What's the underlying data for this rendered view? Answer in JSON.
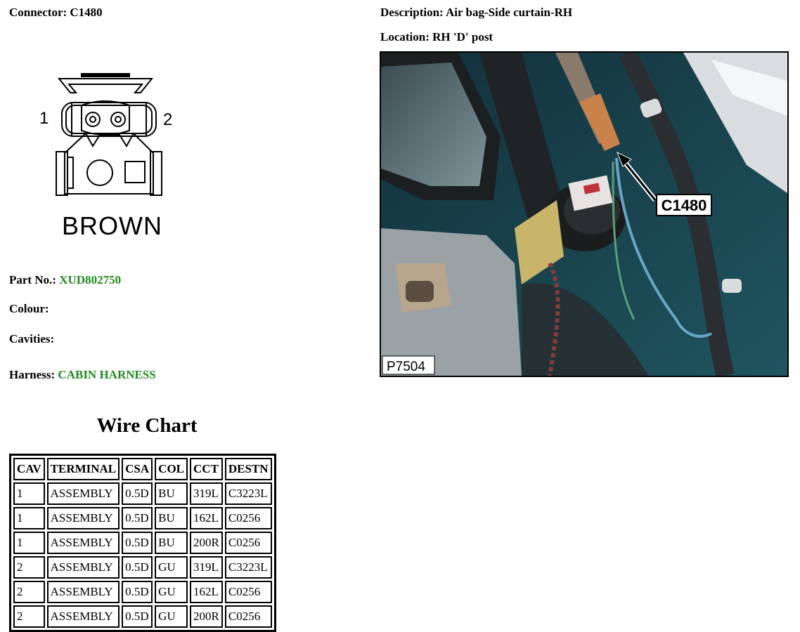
{
  "connector": {
    "label": "Connector:",
    "value": "C1480"
  },
  "description": {
    "label": "Description:",
    "value": "Air bag-Side curtain-RH"
  },
  "location": {
    "label": "Location:",
    "value": "RH 'D' post"
  },
  "diagram": {
    "pin_left": "1",
    "pin_right": "2",
    "colour_text": "BROWN"
  },
  "part_no": {
    "label": "Part No.:",
    "value": "XUD802750"
  },
  "colour": {
    "label": "Colour:",
    "value": ""
  },
  "cavities": {
    "label": "Cavities:",
    "value": ""
  },
  "harness": {
    "label": "Harness:",
    "value": "CABIN HARNESS"
  },
  "photo": {
    "callout": "C1480",
    "ref": "P7504"
  },
  "wire_chart": {
    "title": "Wire Chart",
    "headers": [
      "CAV",
      "TERMINAL",
      "CSA",
      "COL",
      "CCT",
      "DESTN"
    ],
    "rows": [
      [
        "1",
        "ASSEMBLY",
        "0.5D",
        "BU",
        "319L",
        "C3223L"
      ],
      [
        "1",
        "ASSEMBLY",
        "0.5D",
        "BU",
        "162L",
        "C0256"
      ],
      [
        "1",
        "ASSEMBLY",
        "0.5D",
        "BU",
        "200R",
        "C0256"
      ],
      [
        "2",
        "ASSEMBLY",
        "0.5D",
        "GU",
        "319L",
        "C3223L"
      ],
      [
        "2",
        "ASSEMBLY",
        "0.5D",
        "GU",
        "162L",
        "C0256"
      ],
      [
        "2",
        "ASSEMBLY",
        "0.5D",
        "GU",
        "200R",
        "C0256"
      ]
    ]
  },
  "colors": {
    "value_green": "#1e8a1e"
  }
}
